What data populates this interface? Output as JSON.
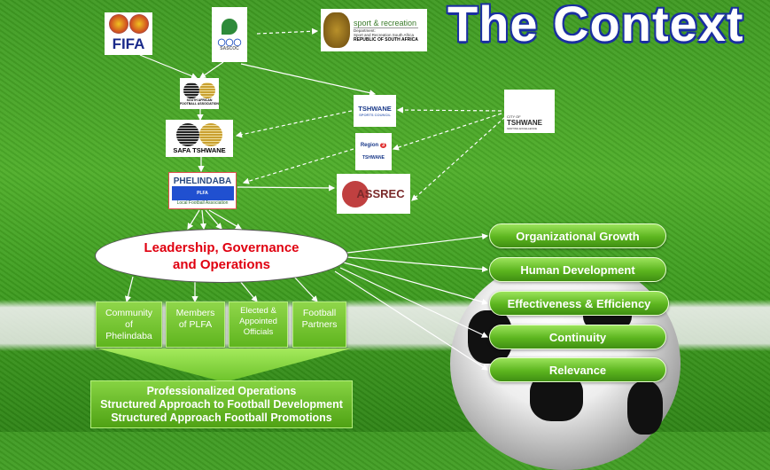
{
  "title": "The Context",
  "logos": {
    "fifa": "FIFA",
    "sascoc": "SASCOC",
    "sport_rec": {
      "name": "sport & recreation",
      "dept": "Department:",
      "line2": "Sport and Recreation South Africa",
      "line3": "REPUBLIC OF SOUTH AFRICA"
    },
    "safa": "SOUTH AFRICAN FOOTBALL ASSOCIATION",
    "safa_tshwane": "SAFA TSHWANE",
    "phelindaba": {
      "name": "PHELINDABA",
      "banner": "PLFA",
      "sub": "Local Football Association"
    },
    "tshwane_sports": {
      "name": "TSHWANE",
      "sub": "SPORTS COUNCIL"
    },
    "region3": {
      "name": "Region",
      "num": "3",
      "sub": "TSHWANE"
    },
    "assrec": "ASSREC",
    "city_tshwane": {
      "top": "CITY OF",
      "name": "TSHWANE",
      "sub": "IGNITING EXCELLENCE"
    }
  },
  "center": {
    "line1": "Leadership, Governance",
    "line2": "and Operations"
  },
  "outcomes": [
    "Organizational Growth",
    "Human Development",
    "Effectiveness & Efficiency",
    "Continuity",
    "Relevance"
  ],
  "stakeholders": [
    [
      "Community",
      "of",
      "Phelindaba"
    ],
    [
      "Members",
      "of PLFA"
    ],
    [
      "Elected &",
      "Appointed",
      "Officials"
    ],
    [
      "Football",
      "Partners"
    ]
  ],
  "results": [
    "Professionalized Operations",
    "Structured Approach to Football Development",
    "Structured Approach Football Promotions"
  ],
  "colors": {
    "accent_green": "#5cb51f",
    "title_blue": "#1a2fa0",
    "center_red": "#e00010"
  }
}
